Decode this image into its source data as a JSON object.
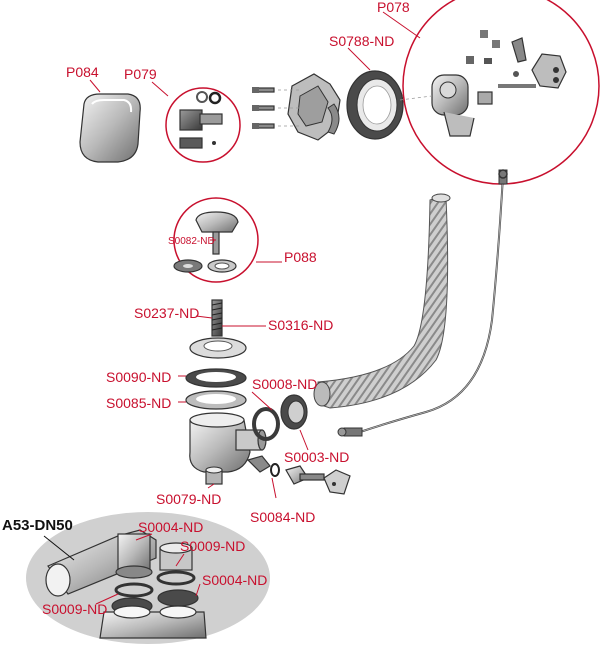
{
  "labels": {
    "p078": "P078",
    "s0788": "S0788-ND",
    "p084": "P084",
    "p079": "P079",
    "s0082": "S0082-ND",
    "p088": "P088",
    "s0237": "S0237-ND",
    "s0316": "S0316-ND",
    "s0090": "S0090-ND",
    "s0085": "S0085-ND",
    "s0008": "S0008-ND",
    "s0003": "S0003-ND",
    "s0079": "S0079-ND",
    "s0084": "S0084-ND",
    "a53": "A53-DN50",
    "s0004_top": "S0004-ND",
    "s0009_right": "S0009-ND",
    "s0004_right": "S0004-ND",
    "s0009_left": "S0009-ND"
  },
  "colors": {
    "callout": "#c8102e",
    "bold_label": "#111111",
    "part_fill": "#bfbfbf",
    "part_light": "#e3e3e3",
    "siphon_bg": "#d0d0d0"
  }
}
